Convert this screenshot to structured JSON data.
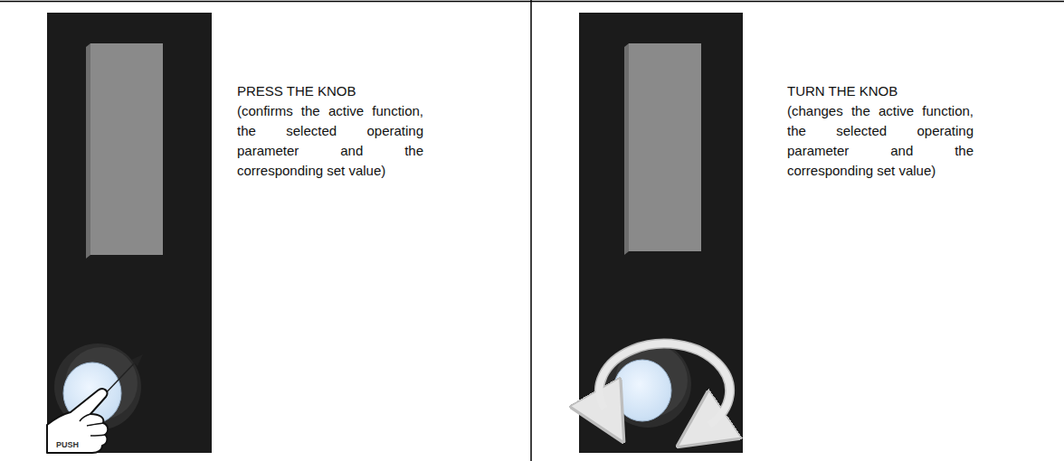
{
  "diagram": {
    "labels": [
      "PRESS THE KNOB",
      "(confirms the active function, the selected operating parameter and the corresponding set value)",
      "PUSH",
      "TURN THE KNOB",
      "(changes the active function, the selected operating parameter and the corresponding set value)"
    ]
  }
}
